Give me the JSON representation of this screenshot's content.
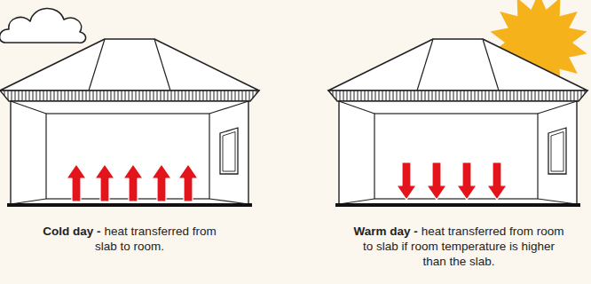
{
  "diagram": {
    "labels": [
      "Cold day -",
      "heat transferred from slab to room.",
      "Warm day -",
      "heat transferred from room to slab if room temperature is higher than the slab."
    ]
  }
}
